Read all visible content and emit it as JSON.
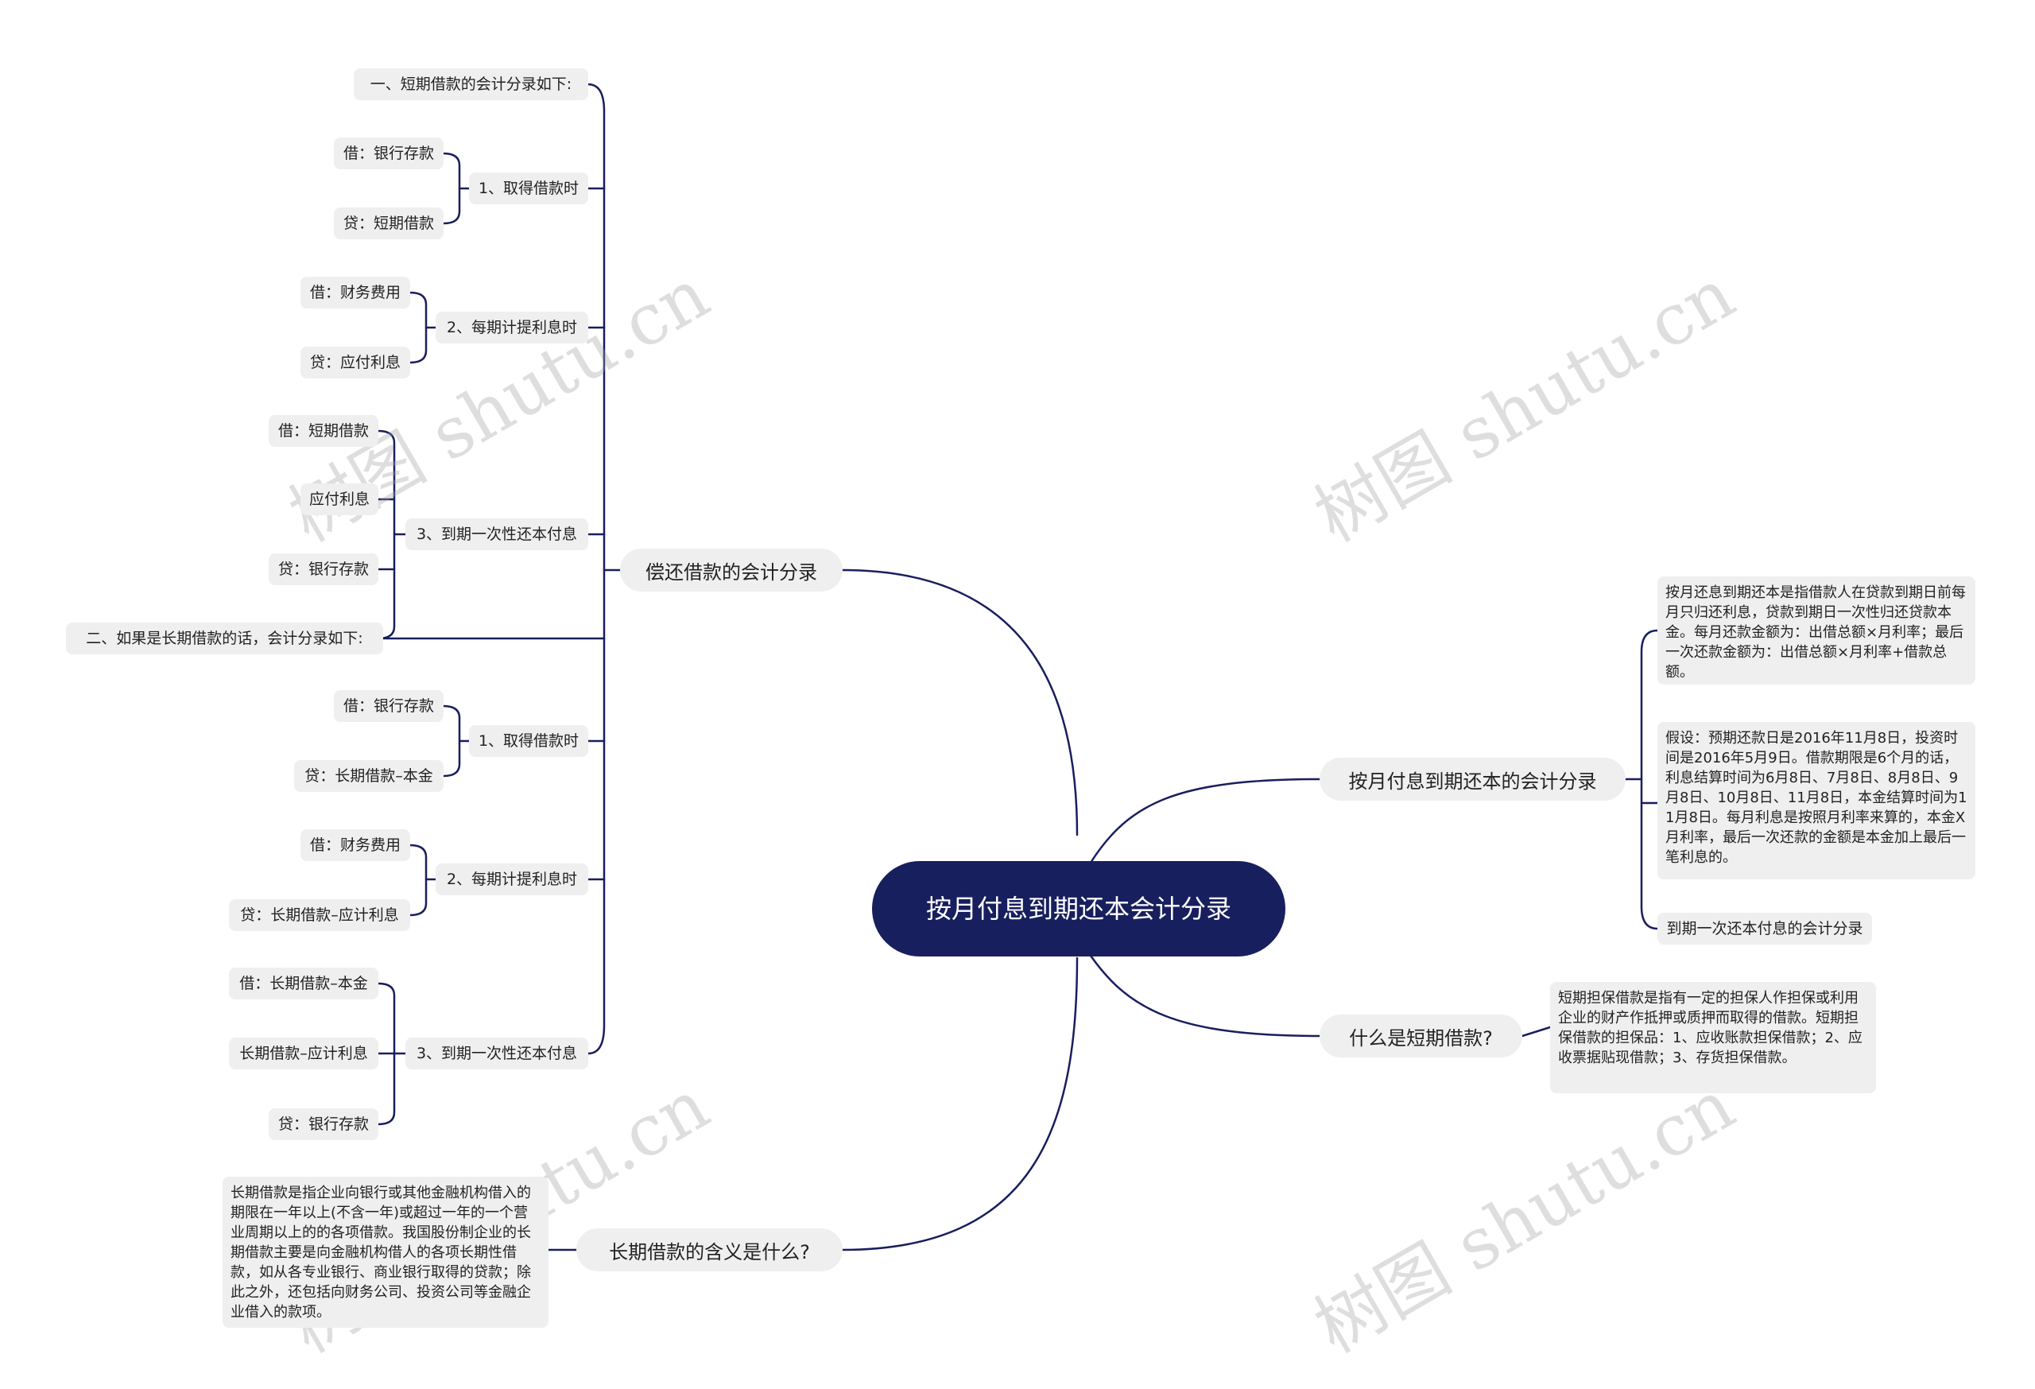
{
  "root": {
    "label": "按月付息到期还本会计分录"
  },
  "branches": {
    "repay": {
      "label": "偿还借款的会计分录",
      "short_title": "一、短期借款的会计分录如下:",
      "short_g1": {
        "label": "1、取得借款时",
        "debit": "借：银行存款",
        "credit": "贷：短期借款"
      },
      "short_g2": {
        "label": "2、每期计提利息时",
        "debit": "借：财务费用",
        "credit": "贷：应付利息"
      },
      "short_g3": {
        "label": "3、到期一次性还本付息",
        "debit": "借：短期借款",
        "mid": "应付利息",
        "credit": "贷：银行存款"
      },
      "long_title": "二、如果是长期借款的话，会计分录如下:",
      "long_g1": {
        "label": "1、取得借款时",
        "debit": "借：银行存款",
        "credit": "贷：长期借款–本金"
      },
      "long_g2": {
        "label": "2、每期计提利息时",
        "debit": "借：财务费用",
        "credit": "贷：长期借款–应计利息"
      },
      "long_g3": {
        "label": "3、到期一次性还本付息",
        "debit": "借：长期借款–本金",
        "mid": "长期借款–应计利息",
        "credit": "贷：银行存款"
      }
    },
    "monthly": {
      "label": "按月付息到期还本的会计分录",
      "desc1": "按月还息到期还本是指借款人在贷款到期日前每月只归还利息，贷款到期日一次性归还贷款本金。每月还款金额为：出借总额×月利率；最后一次还款金额为：出借总额×月利率+借款总额。",
      "desc2": "假设：预期还款日是2016年11月8日，投资时间是2016年5月9日。借款期限是6个月的话，利息结算时间为6月8日、7月8日、8月8日、9月8日、10月8日、11月8日，本金结算时间为11月8日。每月利息是按照月利率来算的，本金X月利率，最后一次还款的金额是本金加上最后一笔利息的。",
      "desc3": "到期一次还本付息的会计分录"
    },
    "shortloan": {
      "label": "什么是短期借款?",
      "desc": "短期担保借款是指有一定的担保人作担保或利用企业的财产作抵押或质押而取得的借款。短期担保借款的担保品：1、应收账款担保借款；2、应收票据贴现借款；3、存货担保借款。"
    },
    "longloan": {
      "label": "长期借款的含义是什么?",
      "desc": "长期借款是指企业向银行或其他金融机构借入的期限在一年以上(不含一年)或超过一年的一个营业周期以上的的各项借款。我国股份制企业的长期借款主要是向金融机构借人的各项长期性借款，如从各专业银行、商业银行取得的贷款；除此之外，还包括向财务公司、投资公司等金融企业借入的款项。"
    }
  },
  "watermark": "树图 shutu.cn",
  "colors": {
    "line": "#181f5e",
    "root_bg": "#181f5e",
    "node_bg": "#efefef"
  }
}
